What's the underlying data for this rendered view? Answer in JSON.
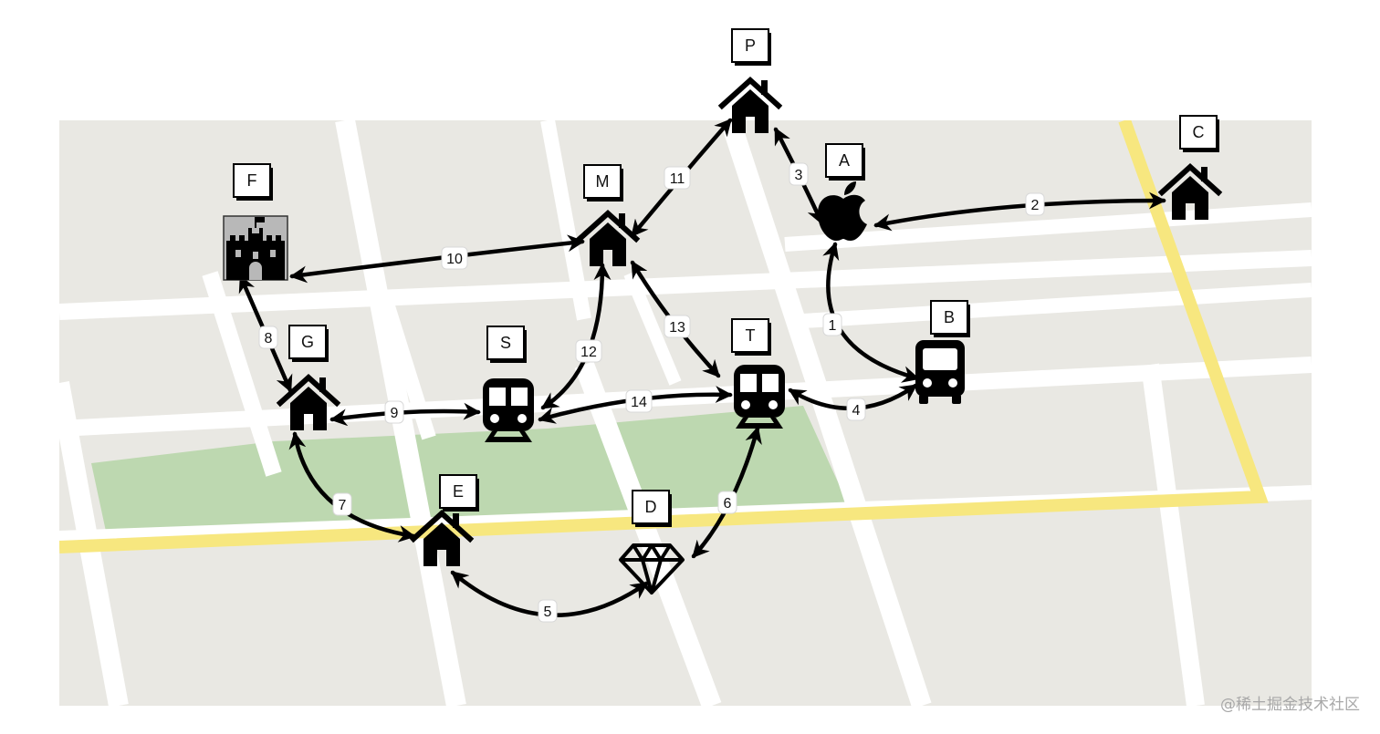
{
  "colors": {
    "land": "#e9e8e3",
    "road": "#ffffff",
    "highway": "#f7e77f",
    "park": "#bdd8b0",
    "edge": "#000000",
    "label_shadow": "#000000"
  },
  "nodes": [
    {
      "id": "P",
      "label": "P",
      "icon": "house-icon"
    },
    {
      "id": "C",
      "label": "C",
      "icon": "house-icon"
    },
    {
      "id": "A",
      "label": "A",
      "icon": "apple-icon"
    },
    {
      "id": "M",
      "label": "M",
      "icon": "house-icon"
    },
    {
      "id": "F",
      "label": "F",
      "icon": "castle-icon"
    },
    {
      "id": "B",
      "label": "B",
      "icon": "bus-icon"
    },
    {
      "id": "G",
      "label": "G",
      "icon": "house-icon"
    },
    {
      "id": "S",
      "label": "S",
      "icon": "train-icon"
    },
    {
      "id": "T",
      "label": "T",
      "icon": "train-icon"
    },
    {
      "id": "E",
      "label": "E",
      "icon": "house-icon"
    },
    {
      "id": "D",
      "label": "D",
      "icon": "diamond-icon"
    }
  ],
  "edges": [
    {
      "label": "1",
      "from": "A",
      "to": "B"
    },
    {
      "label": "2",
      "from": "C",
      "to": "A"
    },
    {
      "label": "3",
      "from": "P",
      "to": "A"
    },
    {
      "label": "4",
      "from": "T",
      "to": "B"
    },
    {
      "label": "5",
      "from": "E",
      "to": "D"
    },
    {
      "label": "6",
      "from": "D",
      "to": "T"
    },
    {
      "label": "7",
      "from": "G",
      "to": "E"
    },
    {
      "label": "8",
      "from": "F",
      "to": "G"
    },
    {
      "label": "9",
      "from": "G",
      "to": "S"
    },
    {
      "label": "10",
      "from": "F",
      "to": "M"
    },
    {
      "label": "11",
      "from": "M",
      "to": "P"
    },
    {
      "label": "12",
      "from": "M",
      "to": "S"
    },
    {
      "label": "13",
      "from": "M",
      "to": "T"
    },
    {
      "label": "14",
      "from": "S",
      "to": "T"
    }
  ],
  "watermark": "@稀土掘金技术社区"
}
